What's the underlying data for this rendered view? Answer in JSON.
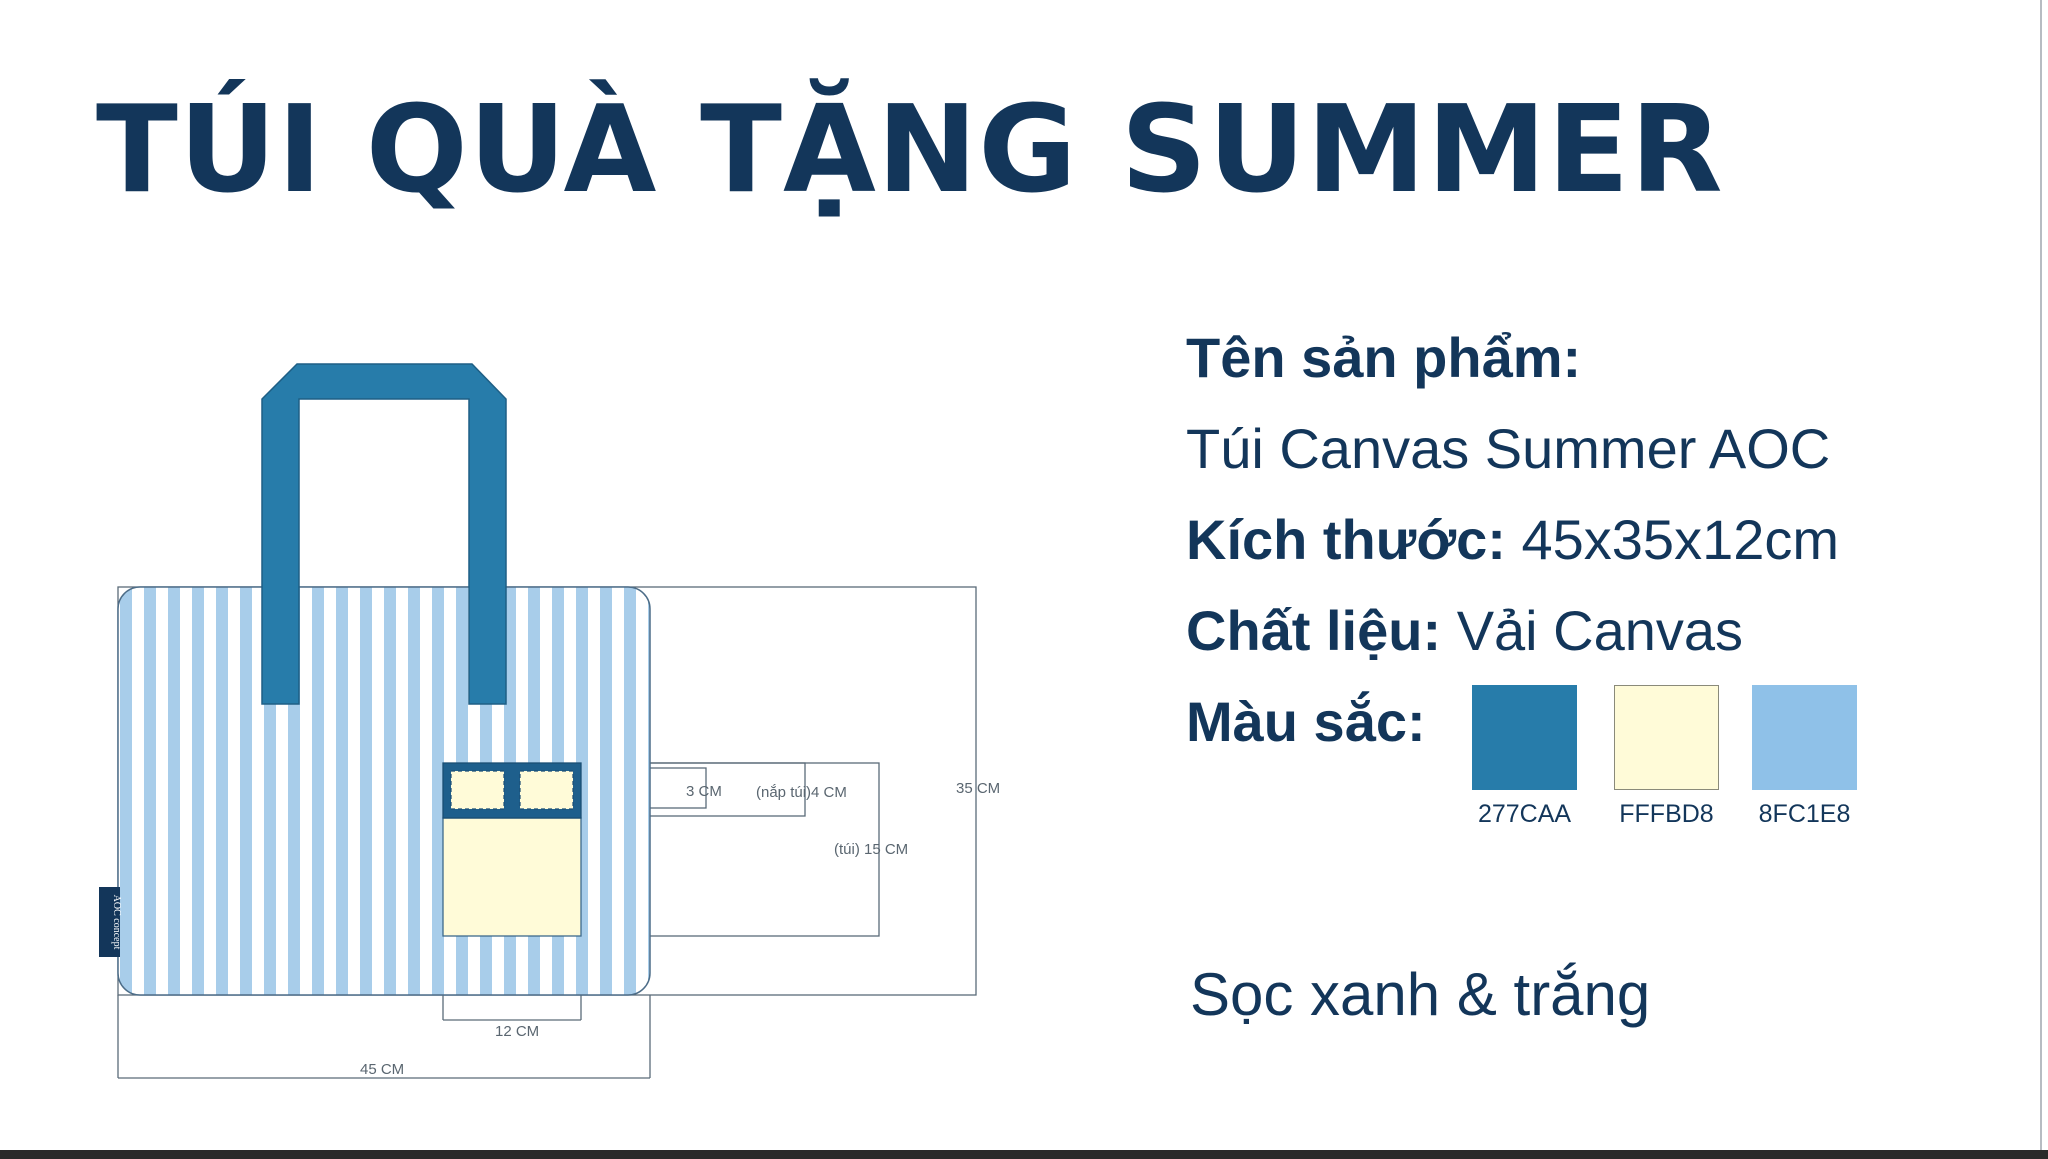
{
  "title": "TÚI QUÀ TẶNG SUMMER",
  "info": {
    "name_label": "Tên sản phẩm:",
    "name_value": "Túi Canvas Summer AOC",
    "size_label": "Kích thước:",
    "size_value": "45x35x12cm",
    "material_label": "Chất liệu:",
    "material_value": "Vải Canvas",
    "color_label": "Màu sắc:"
  },
  "colors": [
    {
      "code": "277CAA",
      "hex": "#277CAA"
    },
    {
      "code": "FFFBD8",
      "hex": "#FFFBD8"
    },
    {
      "code": "8FC1E8",
      "hex": "#8FC1E8"
    }
  ],
  "pattern_note": "Sọc xanh & trắng",
  "diagram": {
    "dim_width": "45 CM",
    "dim_height": "35 CM",
    "dim_depth": "12 CM",
    "dim_pocket": "(túi) 15 CM",
    "dim_flap": "(nắp túi)4 CM",
    "dim_tab": "3 CM",
    "tag_text": "AOC concept"
  }
}
